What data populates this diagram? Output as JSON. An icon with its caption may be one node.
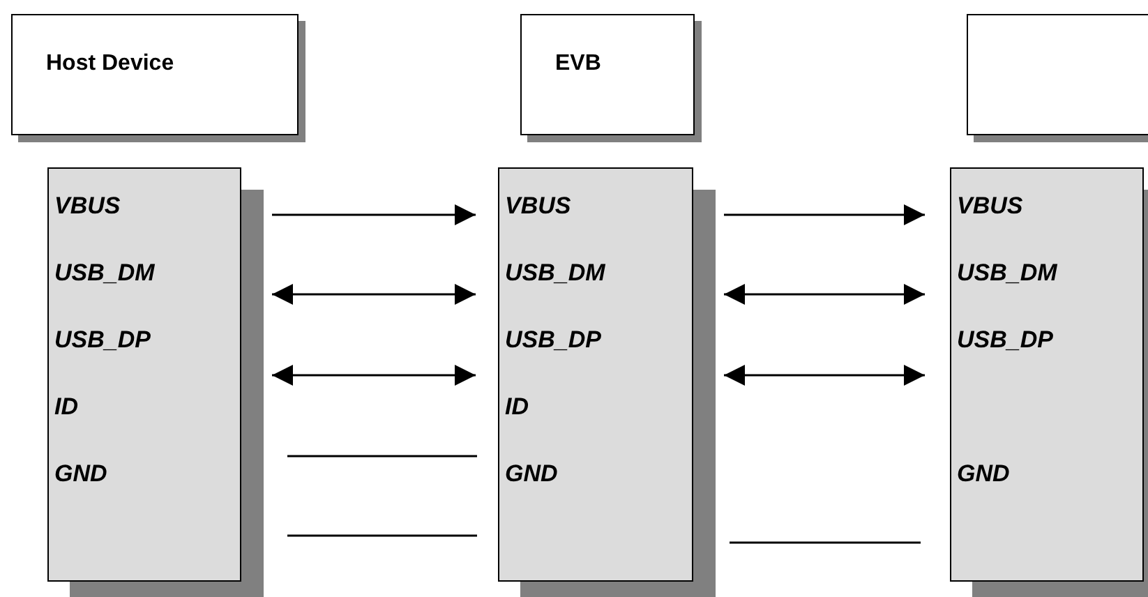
{
  "diagram": {
    "nodes": [
      {
        "text": [
          "Host Device"
        ]
      },
      {
        "text": [
          "EVB"
        ]
      },
      {
        "text": [],
        "shape": "box"
      },
      {
        "text": [
          "VBUS",
          "USB_DM",
          "USB_DP",
          "ID",
          "GND"
        ]
      },
      {
        "text": [
          "VBUS",
          "USB_DM",
          "USB_DP",
          "ID",
          "GND"
        ]
      },
      {
        "text": [
          "VBUS",
          "USB_DM",
          "USB_DP",
          "GND"
        ]
      }
    ],
    "edges": [
      {
        "from": 3,
        "to": 4,
        "arrow": "to"
      },
      {
        "from": 3,
        "to": 4,
        "arrow": "both"
      },
      {
        "from": 3,
        "to": 4,
        "arrow": "both"
      },
      {
        "from": 3,
        "to": 4,
        "arrow": "none"
      },
      {
        "from": 3,
        "to": 4,
        "arrow": "none"
      },
      {
        "from": 4,
        "to": 5,
        "arrow": "to"
      },
      {
        "from": 4,
        "to": 5,
        "arrow": "both"
      },
      {
        "from": 4,
        "to": 5,
        "arrow": "both"
      },
      {
        "from": 4,
        "to": 5,
        "arrow": "none"
      }
    ]
  }
}
